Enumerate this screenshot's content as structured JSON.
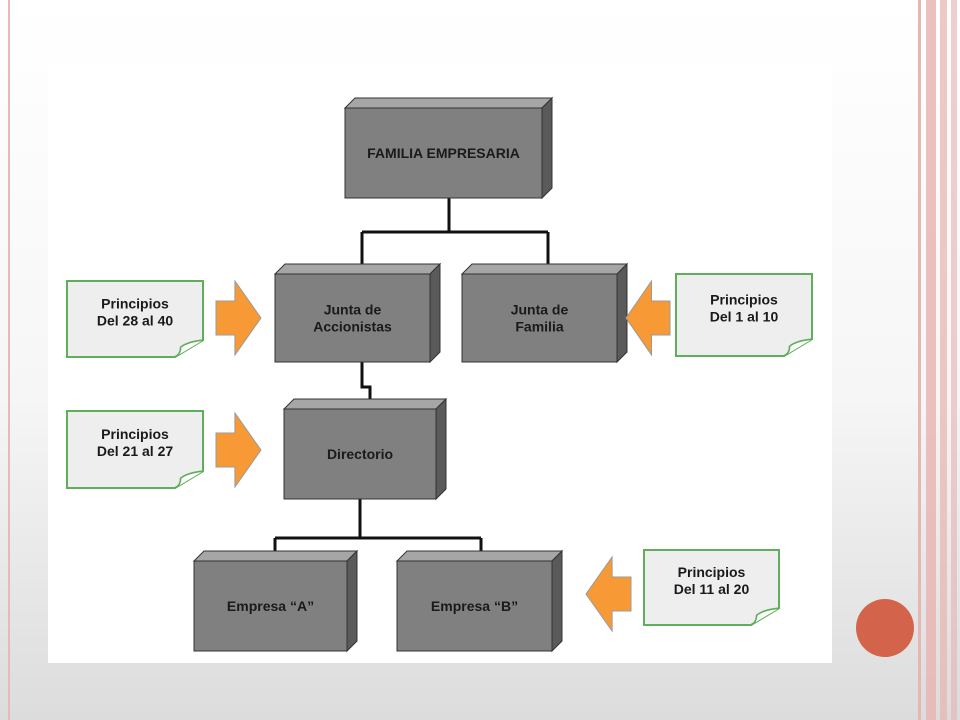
{
  "diagram": {
    "colors": {
      "box_fill": "#808080",
      "box_top": "#a6a6a6",
      "box_side": "#5a5a5a",
      "box_stroke": "#333333",
      "box_text": "#1a1a1a",
      "note_fill": "#eeeeee",
      "note_stroke": "#5fae5b",
      "arrow_fill": "#f79a35",
      "arrow_stroke": "#9a9a9a",
      "connector": "#111111",
      "decor_circle": "#d3634a"
    },
    "nodes": {
      "familia": [
        "FAMILIA EMPRESARIA"
      ],
      "junta_accionistas": [
        "Junta de",
        "Accionistas"
      ],
      "junta_familia": [
        "Junta de",
        "Familia"
      ],
      "directorio": [
        "Directorio"
      ],
      "empresa_a": [
        "Empresa “A”"
      ],
      "empresa_b": [
        "Empresa “B”"
      ]
    },
    "notes": {
      "p28_40": [
        "Principios",
        "Del 28 al 40"
      ],
      "p1_10": [
        "Principios",
        "Del 1 al 10"
      ],
      "p21_27": [
        "Principios",
        "Del 21 al 27"
      ],
      "p11_20": [
        "Principios",
        "Del 11 al 20"
      ]
    }
  }
}
